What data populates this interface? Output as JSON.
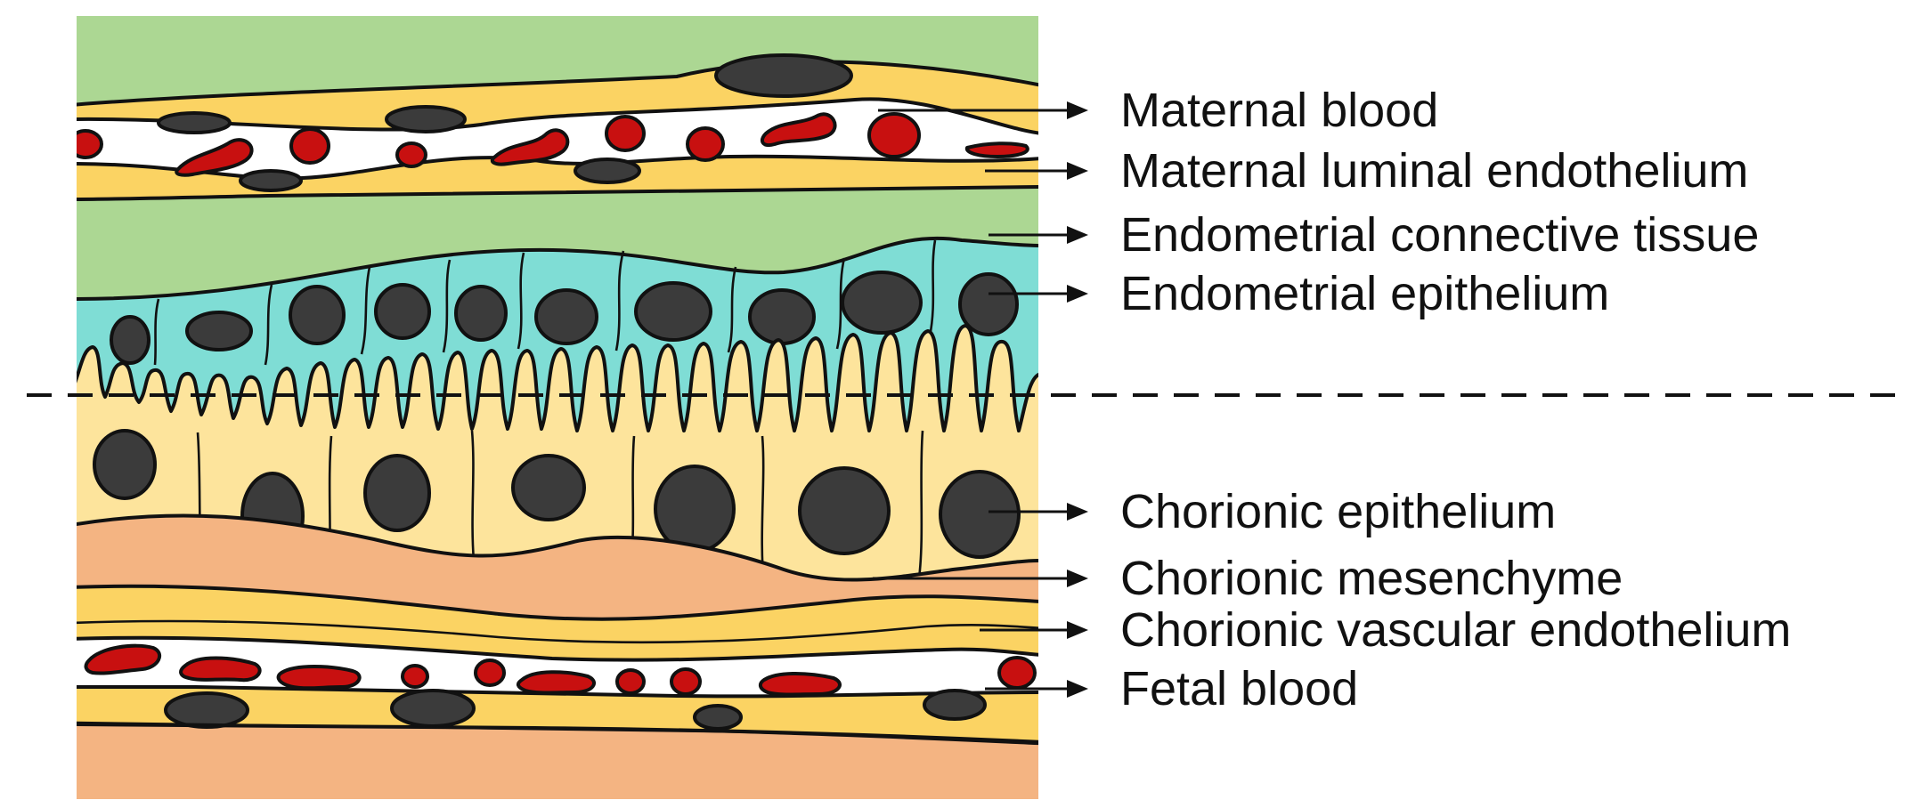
{
  "labels": [
    {
      "id": "maternal-blood",
      "text": "Maternal blood"
    },
    {
      "id": "maternal-luminal-endothelium",
      "text": "Maternal luminal endothelium"
    },
    {
      "id": "endometrial-connective-tissue",
      "text": "Endometrial connective tissue"
    },
    {
      "id": "endometrial-epithelium",
      "text": "Endometrial epithelium"
    },
    {
      "id": "chorionic-epithelium",
      "text": "Chorionic epithelium"
    },
    {
      "id": "chorionic-mesenchyme",
      "text": "Chorionic mesenchyme"
    },
    {
      "id": "chorionic-vascular-endothelium",
      "text": "Chorionic vascular endothelium"
    },
    {
      "id": "fetal-blood",
      "text": "Fetal blood"
    }
  ],
  "colors": {
    "connective_tissue": "#acd793",
    "endothelium": "#fbd363",
    "blood_lumen": "#ffffff",
    "red_blood_cell": "#c81010",
    "nucleus": "#3b3b3b",
    "endometrial_epithelium": "#7fddd5",
    "chorionic_epithelium": "#fde49c",
    "mesenchyme": "#f4b482",
    "outline": "#111111"
  }
}
